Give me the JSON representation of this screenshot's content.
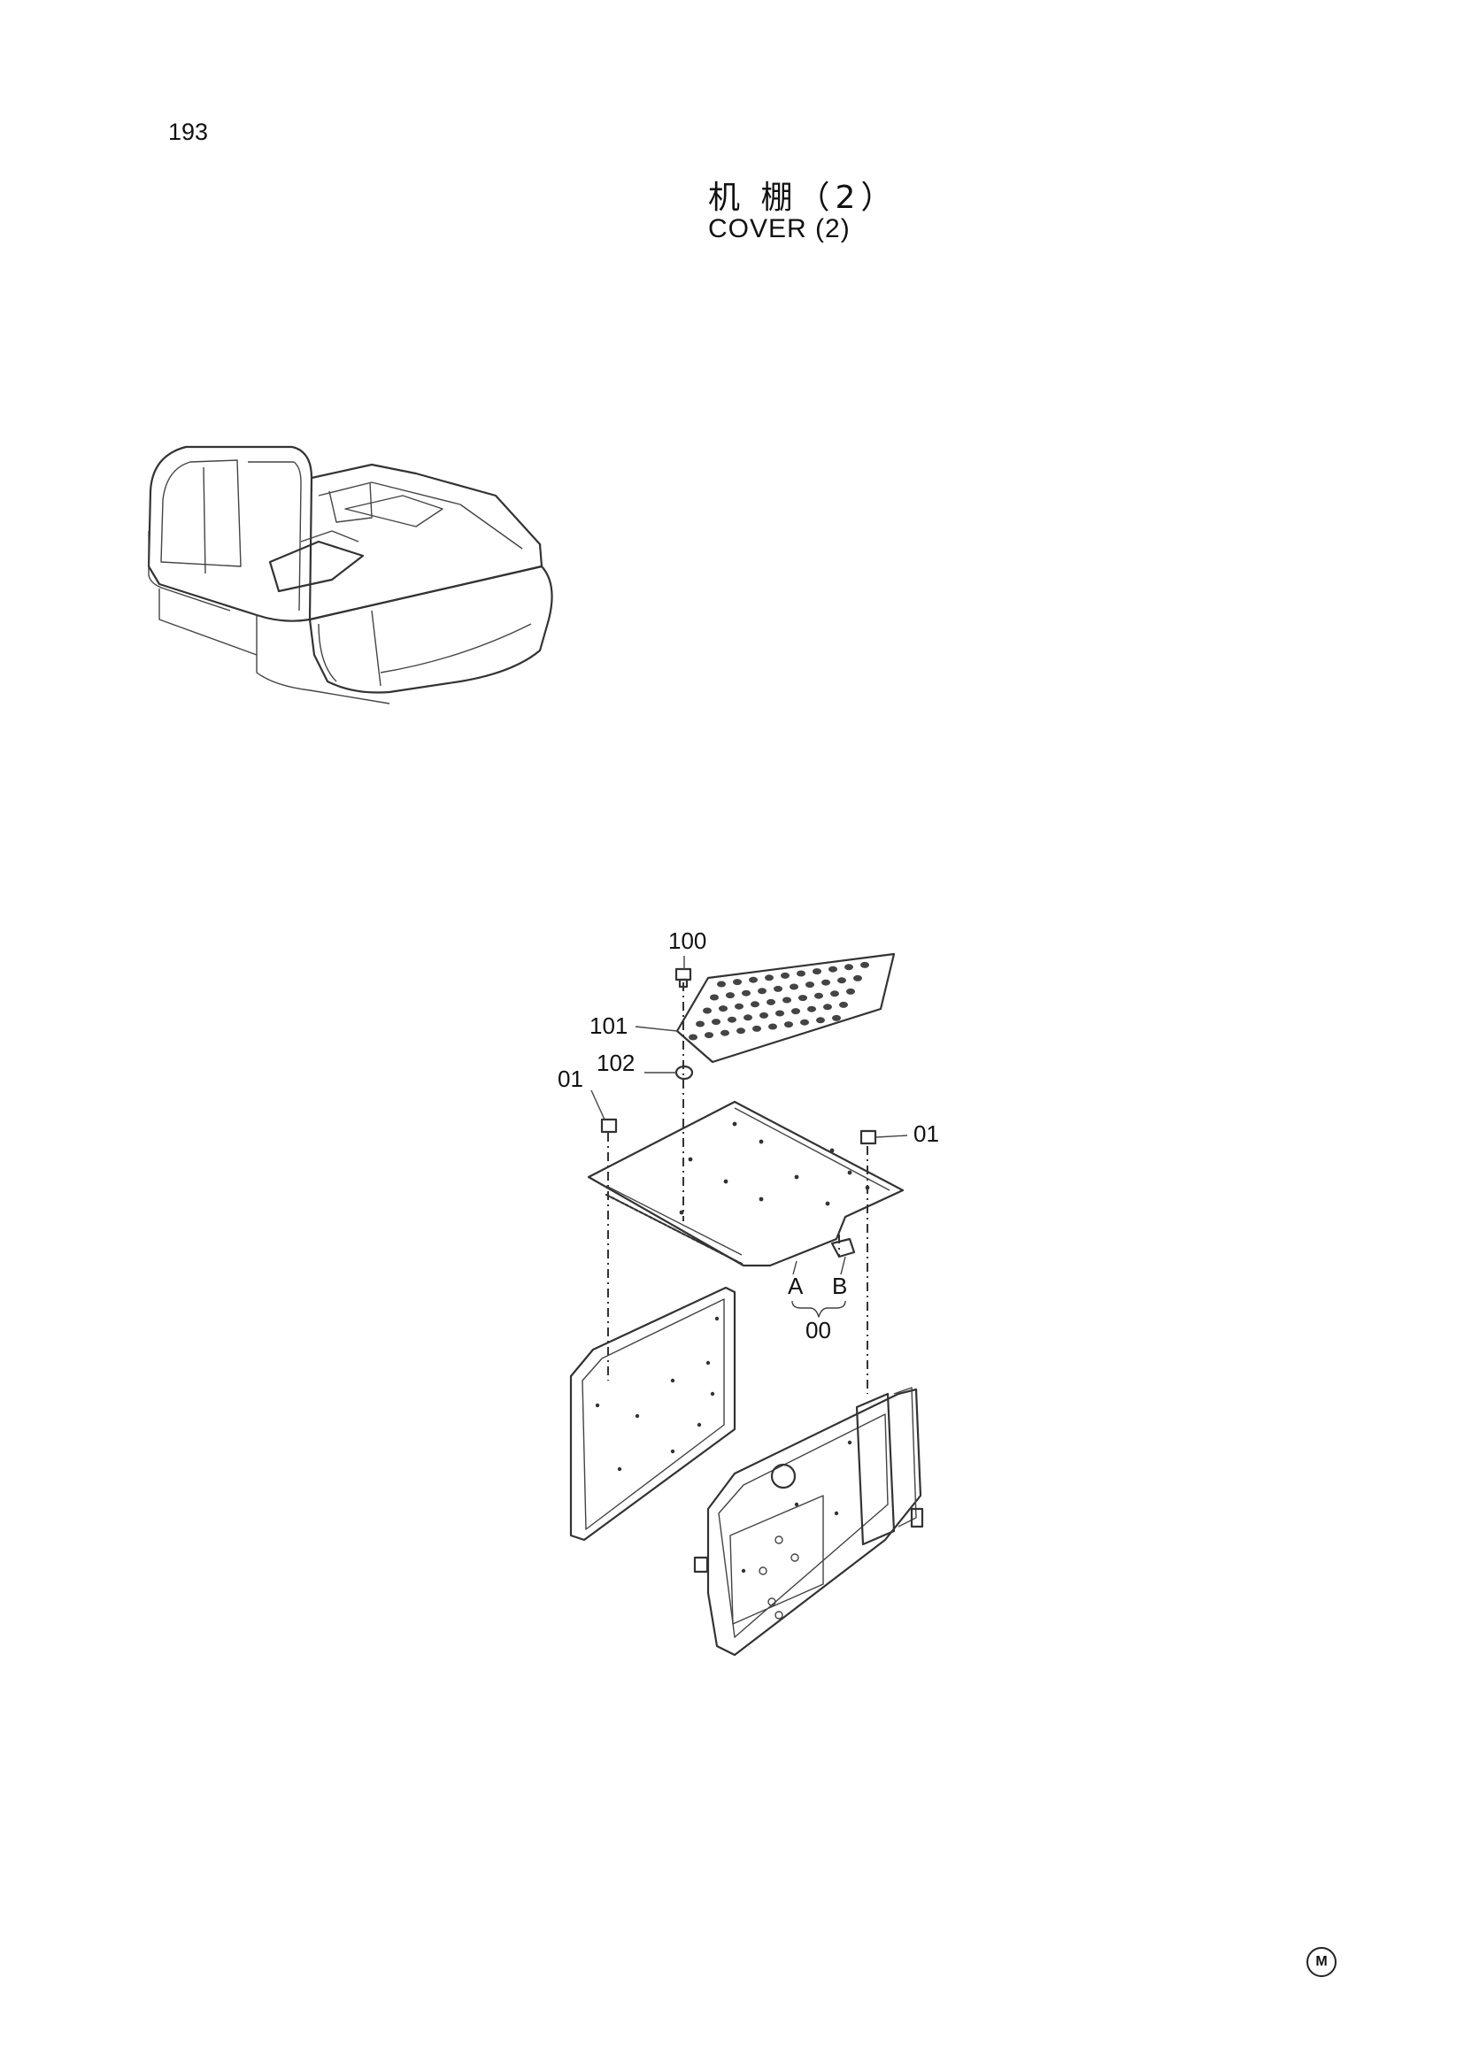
{
  "page_number": "193",
  "title_cn": "机 棚（2）",
  "title_en": "COVER (2)",
  "callouts": {
    "c100": "100",
    "c101": "101",
    "c102": "102",
    "c01_left": "01",
    "c01_right": "01",
    "cA": "A",
    "cB": "B",
    "c00": "00"
  },
  "mark": "M"
}
